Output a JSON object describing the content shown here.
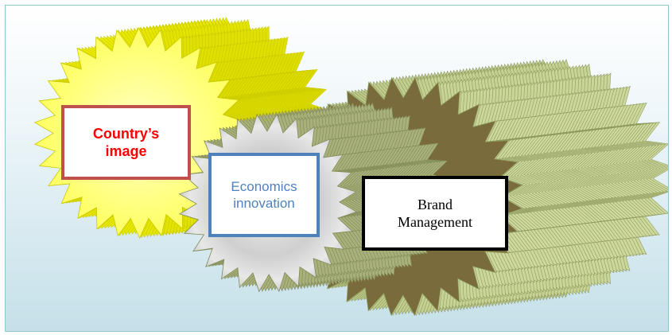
{
  "diagram": {
    "nodes": [
      {
        "id": "country",
        "label": "Country’s\nimage",
        "text_color": "#ff0000",
        "border_color": "#c0504d"
      },
      {
        "id": "econ",
        "label": "Economics\ninnovation",
        "text_color": "#4f81bd",
        "border_color": "#4f81bd"
      },
      {
        "id": "brand",
        "label": "Brand\nManagement",
        "text_color": "#000000",
        "border_color": "#000000"
      }
    ],
    "gears": [
      {
        "name": "yellow-gear",
        "face_color": "#ffff66",
        "side_color": "#e8e800"
      },
      {
        "name": "silver-gear",
        "face_color": "#d8d8d8",
        "side_color": "#a8b07a"
      },
      {
        "name": "olive-gear",
        "face_color": "#7a6b3c",
        "side_color": "#c3cf92"
      }
    ]
  }
}
